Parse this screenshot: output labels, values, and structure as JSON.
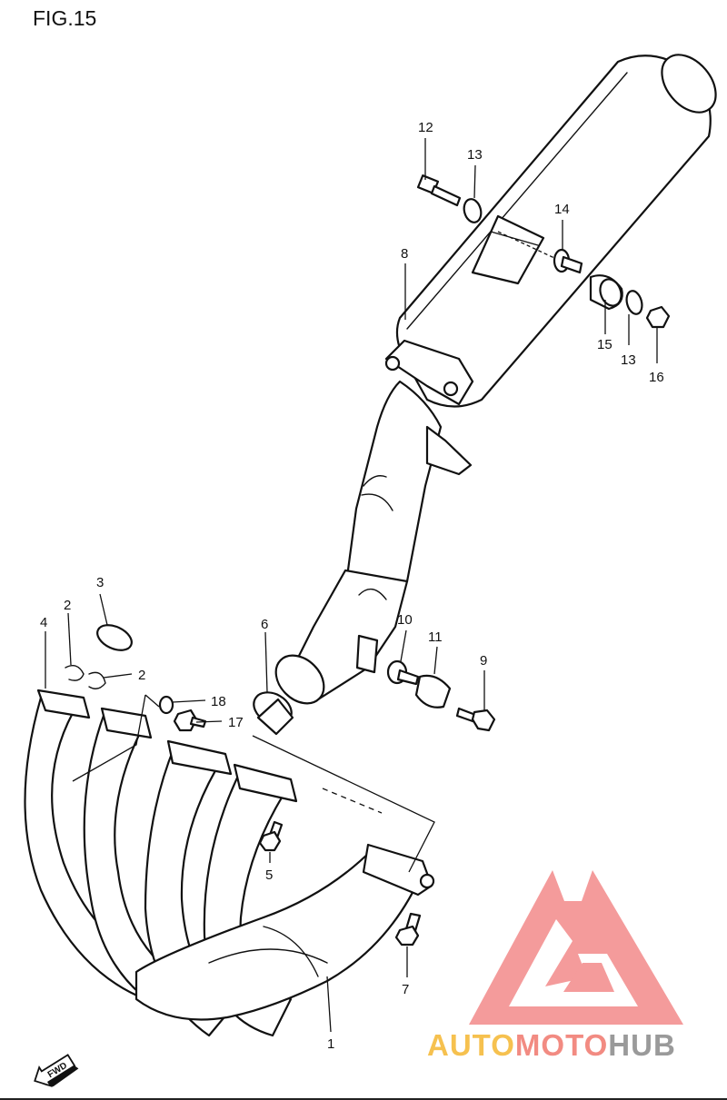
{
  "figure": {
    "title": "FIG.15"
  },
  "callouts": [
    {
      "id": "c12",
      "label": "12"
    },
    {
      "id": "c13a",
      "label": "13"
    },
    {
      "id": "c14",
      "label": "14"
    },
    {
      "id": "c8",
      "label": "8"
    },
    {
      "id": "c15",
      "label": "15"
    },
    {
      "id": "c13b",
      "label": "13"
    },
    {
      "id": "c16",
      "label": "16"
    },
    {
      "id": "c3",
      "label": "3"
    },
    {
      "id": "c2a",
      "label": "2"
    },
    {
      "id": "c4",
      "label": "4"
    },
    {
      "id": "c2b",
      "label": "2"
    },
    {
      "id": "c6",
      "label": "6"
    },
    {
      "id": "c10",
      "label": "10"
    },
    {
      "id": "c11",
      "label": "11"
    },
    {
      "id": "c9",
      "label": "9"
    },
    {
      "id": "c18",
      "label": "18"
    },
    {
      "id": "c17",
      "label": "17"
    },
    {
      "id": "c5",
      "label": "5"
    },
    {
      "id": "c7",
      "label": "7"
    },
    {
      "id": "c1",
      "label": "1"
    }
  ],
  "fwd_badge": {
    "label": "FWD"
  },
  "watermark": {
    "part1": "AUTO",
    "part2": "MOTO",
    "part3": "HUB",
    "colors": {
      "part1": "#f6c14f",
      "part2": "#f28b82",
      "part3": "#9a9a9a",
      "logo": "#f38a8a"
    }
  }
}
